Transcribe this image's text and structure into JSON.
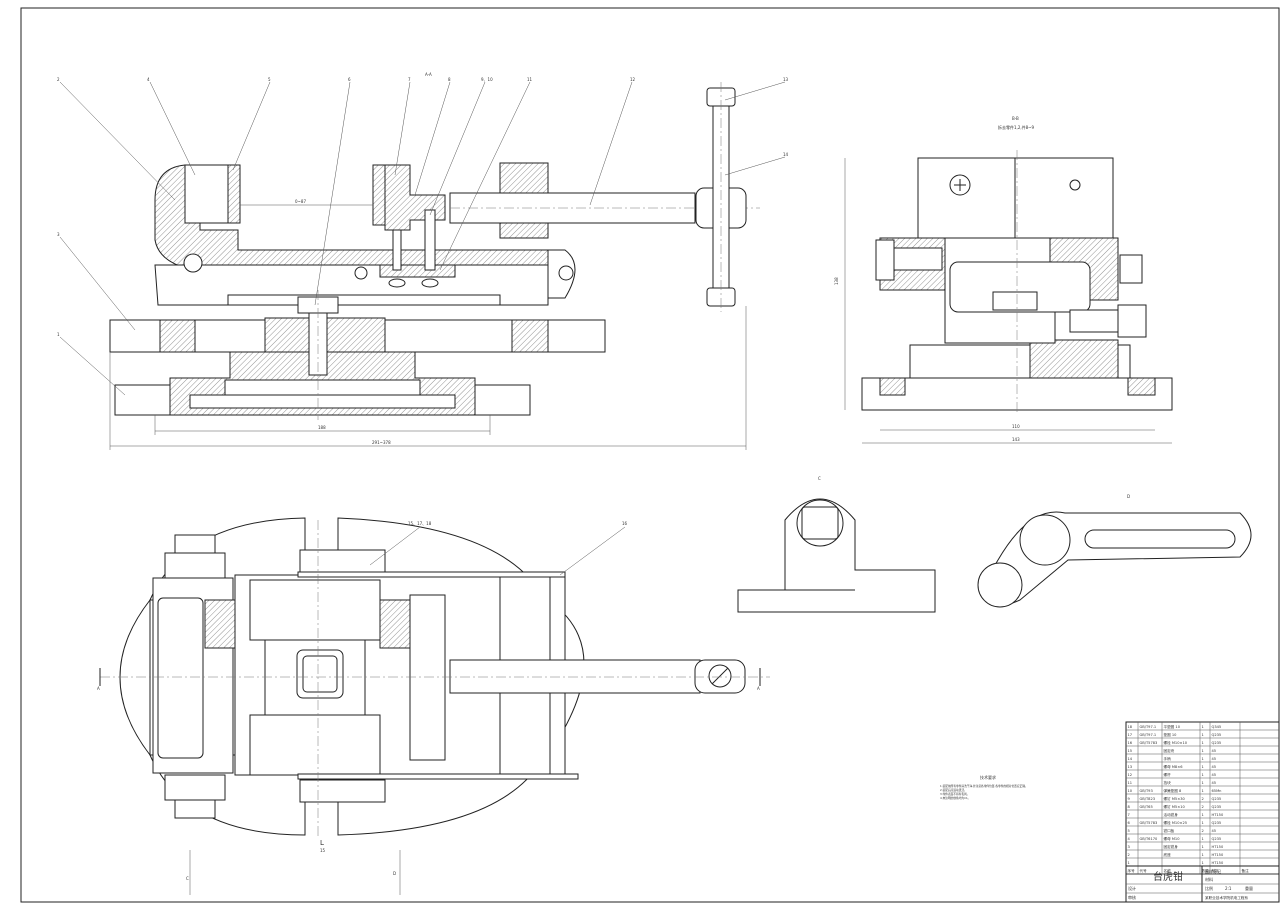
{
  "top_left_view": {
    "section_label": "A-A",
    "leaders": [
      "2",
      "4",
      "5",
      "6",
      "7",
      "8",
      "9、10",
      "11",
      "12",
      "13",
      "14",
      "3",
      "1"
    ],
    "dims": [
      "0~87",
      "188",
      "291~378"
    ]
  },
  "top_right_view": {
    "section_label": "B-B",
    "scale_note": "拆去零件1,2,件8~9",
    "dims": [
      "138",
      "110",
      "143"
    ]
  },
  "bottom_left_view": {
    "leaders": [
      "15、17、18",
      "16"
    ],
    "labels": [
      "A",
      "A",
      "C",
      "D",
      "L",
      "15"
    ]
  },
  "detail_views": {
    "c_label": "C",
    "d_label": "D"
  },
  "tech_requirements": {
    "title": "技术要求",
    "lines": [
      "1.装配前所有零件清洗干净,并注意各零件位置,各零件的相对位置应正确。",
      "2.装配后应运动灵活。",
      "3.零件表面不得有毛刺。",
      "4.未注明的倒角均为C1。"
    ]
  },
  "bom": {
    "rows": [
      [
        "18",
        "GB/T97.1",
        "平垫圈 10",
        "1",
        "Q345"
      ],
      [
        "17",
        "GB/T97.1",
        "垫圈 10",
        "1",
        "Q235"
      ],
      [
        "16",
        "GB/T5783",
        "螺栓 M10×10",
        "1",
        "Q235"
      ],
      [
        "15",
        "",
        "固定块",
        "1",
        "45"
      ],
      [
        "14",
        "",
        "手柄",
        "1",
        "45"
      ],
      [
        "13",
        "",
        "螺母 M8×6",
        "1",
        "45"
      ],
      [
        "12",
        "",
        "螺杆",
        "1",
        "45"
      ],
      [
        "11",
        "",
        "挡块",
        "1",
        "45"
      ],
      [
        "10",
        "GB/T93",
        "弹簧垫圈 8",
        "1",
        "65Mn"
      ],
      [
        "9",
        "GB/T823",
        "螺钉 M5×30",
        "2",
        "Q235"
      ],
      [
        "8",
        "GB/T65",
        "螺钉 M5×10",
        "2",
        "Q235"
      ],
      [
        "7",
        "",
        "活动钳身",
        "1",
        "HT150"
      ],
      [
        "6",
        "GB/T5783",
        "螺栓 M10×25",
        "1",
        "Q235"
      ],
      [
        "5",
        "",
        "钳口板",
        "2",
        "45"
      ],
      [
        "4",
        "GB/T6170",
        "螺母 M10",
        "1",
        "Q235"
      ],
      [
        "3",
        "",
        "固定钳身",
        "1",
        "HT150"
      ],
      [
        "2",
        "",
        "底座",
        "1",
        "HT150"
      ],
      [
        "1",
        "",
        "",
        "1",
        "HT150"
      ]
    ],
    "header": [
      "序号",
      "代号",
      "名称",
      "数量",
      "材料",
      "备注"
    ],
    "title_block": {
      "name": "台虎钳",
      "sheet1": "图样标记",
      "sheet2": "材料",
      "scale_label": "比例",
      "scale": "2:1",
      "weight_label": "重量",
      "designer": "设计",
      "checker": "审核",
      "school": "某职业技术学院机电工程系"
    }
  }
}
